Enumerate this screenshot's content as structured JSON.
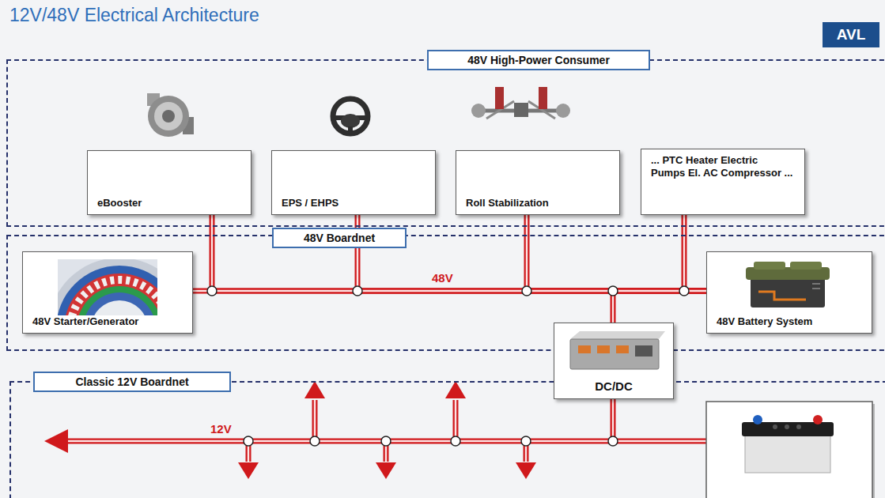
{
  "diagram": {
    "title": "12V/48V Electrical Architecture",
    "nodes": [
      {
        "text": [
          "48V High-Power Consumer"
        ]
      },
      {
        "text": [
          "eBooster"
        ],
        "in": 0
      },
      {
        "text": [
          "EPS / EHPS"
        ],
        "in": 0
      },
      {
        "text": [
          "Roll Stabilization"
        ],
        "in": 0
      },
      {
        "text": [
          "... PTC Heater Electric Pumps El. AC Compressor ..."
        ],
        "in": 0
      },
      {
        "text": [
          "48V Boardnet"
        ]
      },
      {
        "text": [
          "48V Starter/Generator"
        ],
        "in": 5
      },
      {
        "text": [
          "48V Battery System"
        ],
        "in": 5
      },
      {
        "text": [
          "DC/DC"
        ]
      },
      {
        "text": [
          "Classic 12V Boardnet"
        ]
      }
    ],
    "edges": [
      {
        "from": 1,
        "to": 7,
        "arrow": "none"
      },
      {
        "from": 2,
        "to": 7,
        "arrow": "none"
      },
      {
        "from": 3,
        "to": 7,
        "arrow": "none"
      },
      {
        "from": 4,
        "to": 7,
        "arrow": "none"
      },
      {
        "from": 6,
        "to": 7,
        "arrow": "none"
      },
      {
        "from": 8,
        "to": 7,
        "arrow": "none"
      }
    ],
    "labels": [
      "AVL",
      "48V",
      "12V"
    ]
  }
}
